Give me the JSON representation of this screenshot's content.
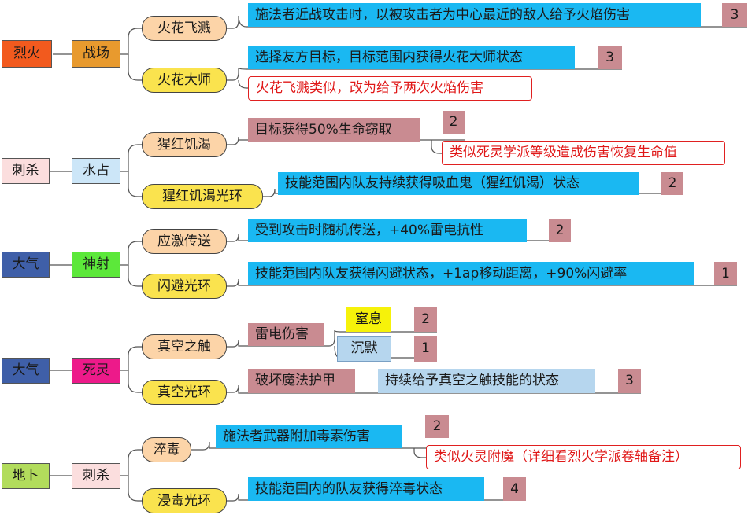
{
  "colors": {
    "fire": "#f25a1e",
    "war": "#e89a2e",
    "stab": "#fbdede",
    "water": "#cce6f8",
    "air": "#3f5fa8",
    "arrow": "#5ce83a",
    "necro": "#ed1a8a",
    "earth": "#b2dc5c",
    "pill_peach": "#fcd4a8",
    "pill_yellow": "#fae34e",
    "bar_blue": "#1ab8f2",
    "bar_grey": "#c98b91",
    "note_red": "#e02020"
  },
  "rows": [
    {
      "element": "烈火",
      "school": "战场",
      "skills": [
        {
          "name": "火花飞溅",
          "desc": "施法者近战攻击时，以被攻击者为中心最近的敌人给予火焰伤害",
          "level": "3"
        },
        {
          "name": "火花大师",
          "desc": "选择友方目标，目标范围内获得火花大师状态",
          "level": "3",
          "note": "火花飞溅类似，改为给予两次火焰伤害"
        }
      ]
    },
    {
      "element": "刺杀",
      "school": "水占",
      "skills": [
        {
          "name": "猩红饥渴",
          "desc": "目标获得50%生命窃取",
          "level": "2",
          "note": "类似死灵学派等级造成伤害恢复生命值"
        },
        {
          "name": "猩红饥渴光环",
          "desc": "技能范围内队友持续获得吸血鬼（猩红饥渴）状态",
          "level": "2"
        }
      ]
    },
    {
      "element": "大气",
      "school": "神射",
      "skills": [
        {
          "name": "应激传送",
          "desc": "受到攻击时随机传送，+40%雷电抗性",
          "level": "2"
        },
        {
          "name": "闪避光环",
          "desc": "技能范围内队友获得闪避状态，+1ap移动距离，+90%闪避率",
          "level": "1"
        }
      ]
    },
    {
      "element": "大气",
      "school": "死灵",
      "skills": [
        {
          "name": "真空之触",
          "desc": "雷电伤害",
          "sub": [
            {
              "label": "窒息",
              "level": "2"
            },
            {
              "label": "沉默",
              "level": "1"
            }
          ]
        },
        {
          "name": "真空光环",
          "desc": "破坏魔法护甲",
          "desc2": "持续给予真空之触技能的状态",
          "level": "3"
        }
      ]
    },
    {
      "element": "地卜",
      "school": "刺杀",
      "skills": [
        {
          "name": "淬毒",
          "desc": "施法者武器附加毒素伤害",
          "level": "2",
          "note": "类似火灵附魔（详细看烈火学派卷轴备注）"
        },
        {
          "name": "浸毒光环",
          "desc": "技能范围内的队友获得淬毒状态",
          "level": "4"
        }
      ]
    }
  ]
}
